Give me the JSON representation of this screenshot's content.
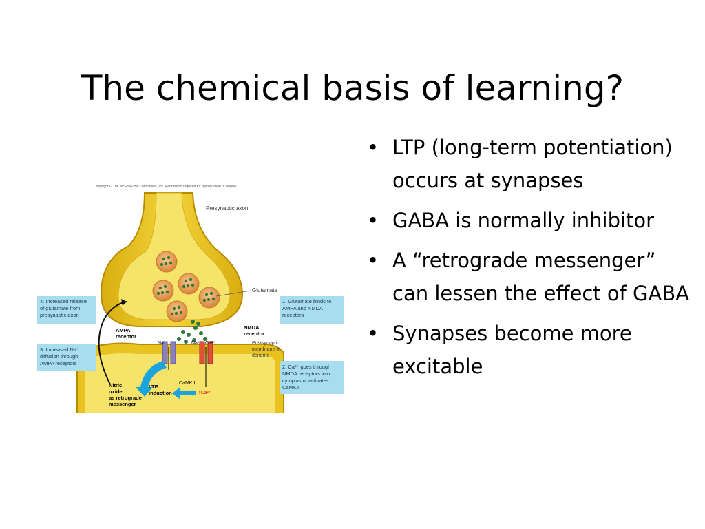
{
  "slide": {
    "title": "The chemical basis of learning?",
    "bullets": [
      "LTP (long-term potentiation) occurs at synapses",
      "GABA is normally inhibitor",
      "A “retrograde messenger” can lessen the effect of GABA",
      "Synapses become more excitable"
    ]
  },
  "diagram": {
    "copyright": "Copyright © The McGraw-Hill Companies, Inc. Permission required for reproduction or display.",
    "labels": {
      "presynaptic_axon": "Presynaptic axon",
      "glutamate": "Glutamate",
      "ampa_receptor": [
        "AMPA",
        "receptor"
      ],
      "nmda_receptor": [
        "NMDA",
        "receptor"
      ],
      "postsynaptic": [
        "Postsynaptic",
        "membrane of",
        "dendrite"
      ],
      "na_left": "Na⁺",
      "na_right": "Na⁺",
      "ca_top": "Ca²⁺",
      "camkii": "CaMKII",
      "ca_bottom": "↑Ca²⁺",
      "ltp_induction": [
        "LTP",
        "induction"
      ],
      "nitric_oxide": [
        "Nitric",
        "oxide",
        "as retrograde",
        "messenger"
      ]
    },
    "callouts": {
      "c4": [
        "4. Increased release",
        "of glutamate from",
        "presynaptic axon"
      ],
      "c3": [
        "3. Increased Na⁺",
        "diffusion through",
        "AMPA receptors"
      ],
      "c1": [
        "1. Glutamate binds to",
        "AMPA and NMDA",
        "receptors"
      ],
      "c2": [
        "2. Ca²⁺ goes through",
        "NMDA receptors into",
        "cytoplasm, activates",
        "CaMKII"
      ]
    },
    "colors": {
      "membrane": "#e8c21e",
      "cytoplasm": "#f4dd3c",
      "vesicle": "#e89848",
      "glutamate": "#2f7a3a",
      "callout_bg": "#a8dcef",
      "arrow_blue": "#1aa3dc",
      "ampa": "#8b7fbf",
      "nmda": "#e0503a"
    }
  }
}
